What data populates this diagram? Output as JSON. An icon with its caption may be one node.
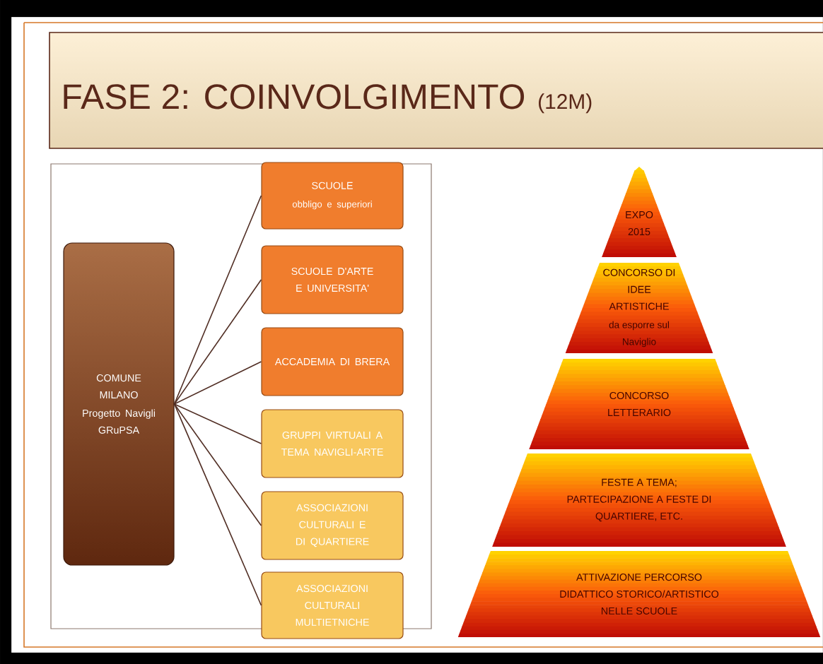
{
  "diagram": {
    "title": "FASE 2: COINVOLGIMENTO",
    "nodes": [
      {
        "text": [
          "COMUNE MILANO",
          "Progetto Navigli GRuPSA"
        ]
      },
      {
        "text": [
          "SCUOLE",
          "obbligo e superiori"
        ]
      },
      {
        "text": [
          "SCUOLE D'ARTE E UNIVERSITA'"
        ]
      },
      {
        "text": [
          "ACCADEMIA DI BRERA"
        ]
      },
      {
        "text": [
          "GRUPPI VIRTUALI A TEMA NAVIGLI-ARTE"
        ]
      },
      {
        "text": [
          "ASSOCIAZIONI CULTURALI E DI QUARTIERE"
        ]
      },
      {
        "text": [
          "ASSOCIAZIONI CULTURALI MULTIETNICHE"
        ]
      },
      {
        "text": [
          "EXPO 2015"
        ]
      },
      {
        "text": [
          "CONCORSO DI IDEE ARTISTICHE",
          "da esporre sul Naviglio"
        ]
      },
      {
        "text": [
          "CONCORSO LETTERARIO"
        ]
      },
      {
        "text": [
          "FESTE A TEMA; PARTECIPAZIONE A FESTE DI QUARTIERE, ETC."
        ]
      },
      {
        "text": [
          "ATTIVAZIONE PERCORSO DIDATTICO STORICO/ARTISTICO NELLE SCUOLE"
        ]
      }
    ],
    "edges": [
      {
        "from": 0,
        "to": 1,
        "arrow": "none"
      },
      {
        "from": 0,
        "to": 2,
        "arrow": "none"
      },
      {
        "from": 0,
        "to": 3,
        "arrow": "none"
      },
      {
        "from": 0,
        "to": 4,
        "arrow": "none"
      },
      {
        "from": 0,
        "to": 5,
        "arrow": "none"
      },
      {
        "from": 0,
        "to": 6,
        "arrow": "none"
      }
    ],
    "labels": [
      "(12M)"
    ]
  }
}
